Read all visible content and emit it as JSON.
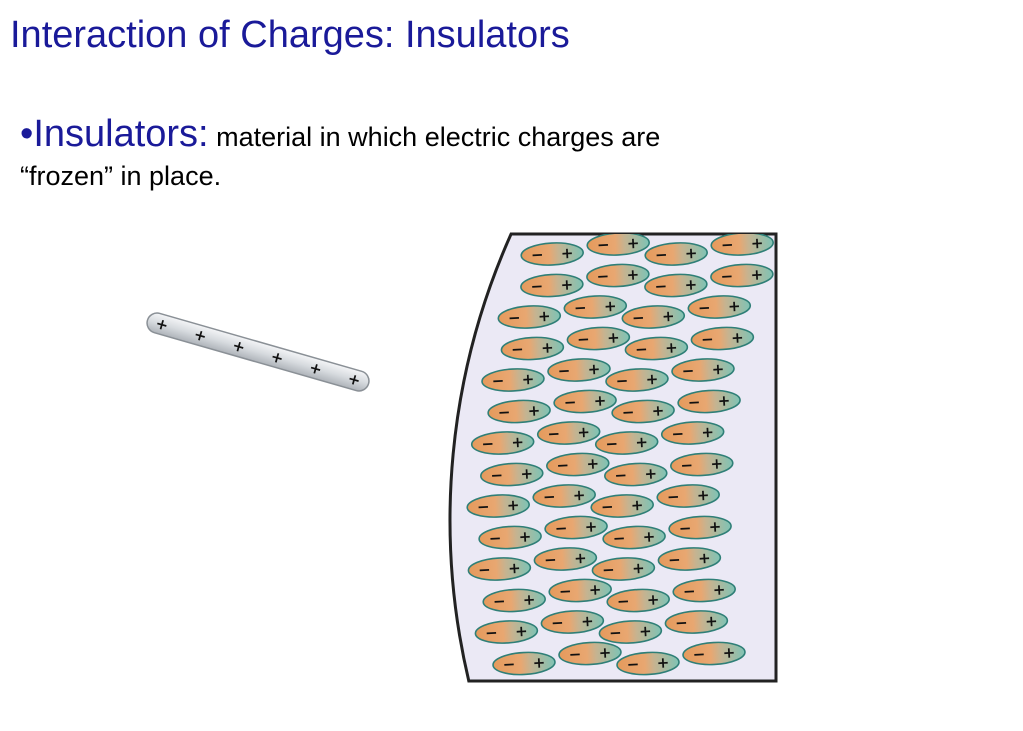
{
  "slide": {
    "title": "Interaction of Charges: Insulators",
    "bullet": {
      "marker": "•",
      "term": "Insulators:",
      "definition": " material in which electric charges are",
      "definition_line2": "“frozen” in place."
    }
  },
  "illustration": {
    "rod": {
      "charge_symbol": "+",
      "charge_count": 6
    },
    "dipole": {
      "negative_symbol": "−",
      "positive_symbol": "+"
    },
    "colors": {
      "title_blue": "#1a1a99",
      "insulator_bg": "#ebe9f5",
      "dipole_negative": "#e59a5c",
      "dipole_positive": "#7fc3b5",
      "dipole_outline": "#2f7f77",
      "rod_fill": "#dfe2e6"
    },
    "icons": [
      "charged-rod-icon",
      "molecular-dipole-icon"
    ]
  }
}
